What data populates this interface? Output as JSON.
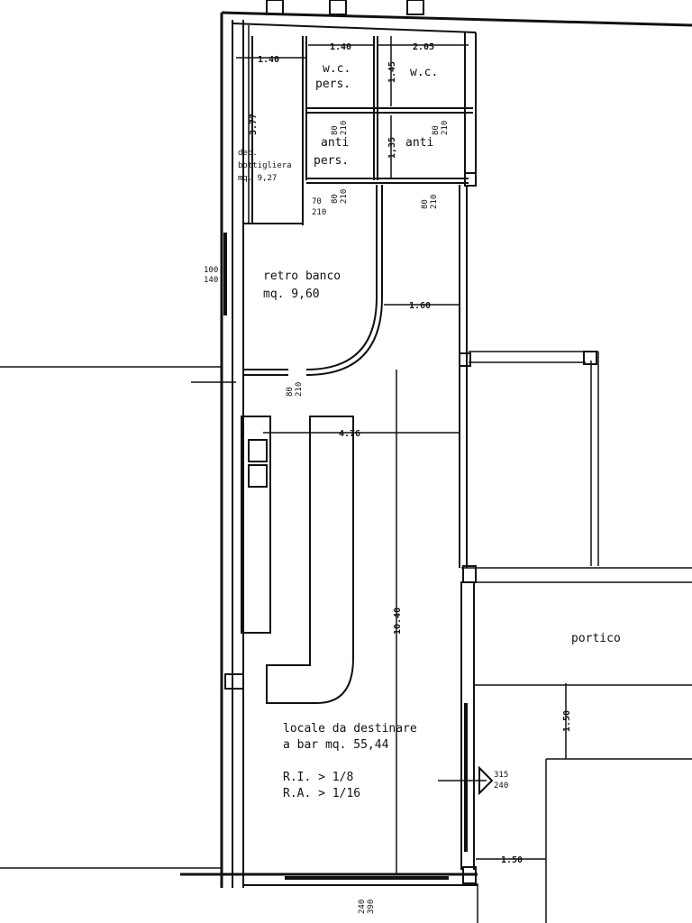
{
  "rooms": {
    "wc_pers": [
      "w.c.",
      "pers."
    ],
    "wc": "w.c.",
    "anti_pers": [
      "anti",
      "pers."
    ],
    "anti": "anti",
    "deposito": [
      "dep.",
      "bottigliera",
      "mq. 9,27"
    ],
    "retro_banco": [
      "retro banco",
      "mq. 9,60"
    ],
    "locale": [
      "locale da destinare",
      "a bar   mq. 55,44"
    ],
    "ratios": [
      "R.I. > 1/8",
      "R.A. > 1/16"
    ],
    "portico": "portico"
  },
  "dimensions": {
    "d140_top": "1.40",
    "d140_wc": "1.40",
    "d205": "2.05",
    "d145": "1.45",
    "d377": "3.77",
    "d135": "1,35",
    "d160": "1.60",
    "d476": "4.76",
    "d1040": "10.40",
    "d150_v": "1.50",
    "d150_h": "1.50"
  },
  "openings": {
    "door_antipers_wc": [
      "80",
      "210"
    ],
    "door_anti_wc": [
      "80",
      "210"
    ],
    "door_antipers": [
      "80",
      "210"
    ],
    "door_dep": [
      "70",
      "210"
    ],
    "door_anti": [
      "80",
      "210"
    ],
    "window_left": [
      "100",
      "140"
    ],
    "door_retro": [
      "80",
      "210"
    ],
    "window_right": [
      "315",
      "240"
    ],
    "entrance": [
      "240",
      "390"
    ]
  },
  "colors": {
    "line": "#111111",
    "background": "#ffffff"
  }
}
